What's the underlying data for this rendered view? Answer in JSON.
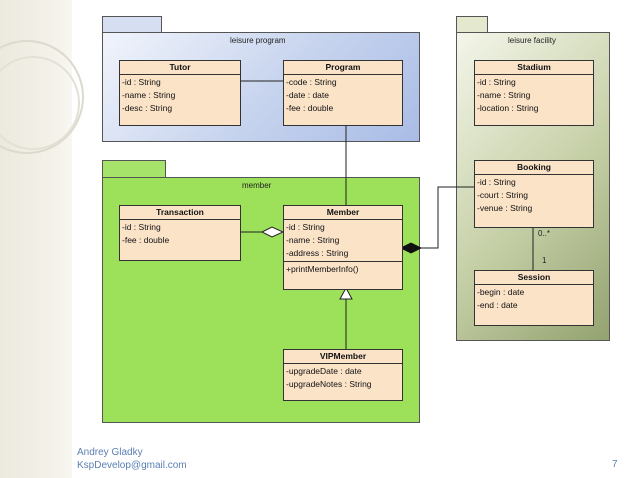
{
  "packages": {
    "leisure_program": "leisure program",
    "leisure_facility": "leisure facility",
    "member": "member"
  },
  "classes": {
    "tutor": {
      "name": "Tutor",
      "attributes": [
        "-id : String",
        "-name : String",
        "-desc : String"
      ]
    },
    "program": {
      "name": "Program",
      "attributes": [
        "-code : String",
        "-date : date",
        "-fee : double"
      ]
    },
    "stadium": {
      "name": "Stadium",
      "attributes": [
        "-id : String",
        "-name : String",
        "-location : String"
      ]
    },
    "booking": {
      "name": "Booking",
      "attributes": [
        "-id : String",
        "-court : String",
        "-venue : String"
      ]
    },
    "session": {
      "name": "Session",
      "attributes": [
        "-begin : date",
        "-end : date"
      ]
    },
    "transaction": {
      "name": "Transaction",
      "attributes": [
        "-id : String",
        "-fee : double"
      ]
    },
    "member": {
      "name": "Member",
      "attributes": [
        "-id : String",
        "-name : String",
        "-address : String"
      ],
      "operations": [
        "+printMemberInfo()"
      ]
    },
    "vipmember": {
      "name": "VIPMember",
      "attributes": [
        "-upgradeDate : date",
        "-upgradeNotes : String"
      ]
    }
  },
  "multiplicities": {
    "booking_side": "0..*",
    "session_side": "1"
  },
  "footer": {
    "author": "Andrey Gladky",
    "email": "KspDevelop@gmail.com",
    "page": "7"
  },
  "colors": {
    "leisure_program_fill": "#c6d3ee",
    "leisure_facility_fill": "#c5cfa6",
    "member_fill": "#9de05a",
    "class_fill": "#fbe3c8",
    "footer_text": "#5b7fb4"
  }
}
